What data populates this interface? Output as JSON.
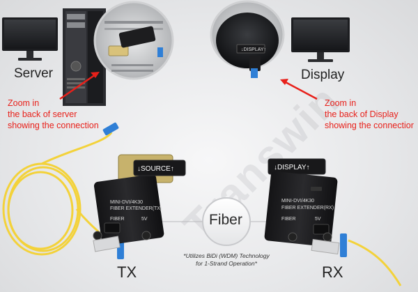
{
  "labels": {
    "server": "Server",
    "display": "Display",
    "fiber": "Fiber",
    "tx": "TX",
    "rx": "RX"
  },
  "zoom_notes": {
    "server": [
      "Zoom in",
      "the back of server",
      "showing the connection"
    ],
    "display": [
      "Zoom in",
      "the back of Display",
      "showing the connectior"
    ]
  },
  "caption": [
    "*Utilizes BiDi (WDM) Technology",
    "for 1-Strand Operation*"
  ],
  "tx_device": {
    "plate": "↓SOURCE↑",
    "lines": [
      "MINI-DVI/4K30",
      "FIBER EXTENDER(TX)"
    ],
    "fiber": "FIBER",
    "voltage": "5V"
  },
  "rx_device": {
    "plate": "↓DISPLAY↑",
    "lines": [
      "MINI-DVI/4K30",
      "FIBER EXTENDER(RX)"
    ],
    "fiber": "FIBER",
    "voltage": "5V"
  },
  "small_plate_display": "↓DISPLAY↑",
  "watermark": "Transwin",
  "colors": {
    "callout_red": "#e8201a",
    "fiber_yellow": "#f3d23a",
    "connector_blue": "#2f7fd6",
    "device_black": "#1d1d1f"
  }
}
